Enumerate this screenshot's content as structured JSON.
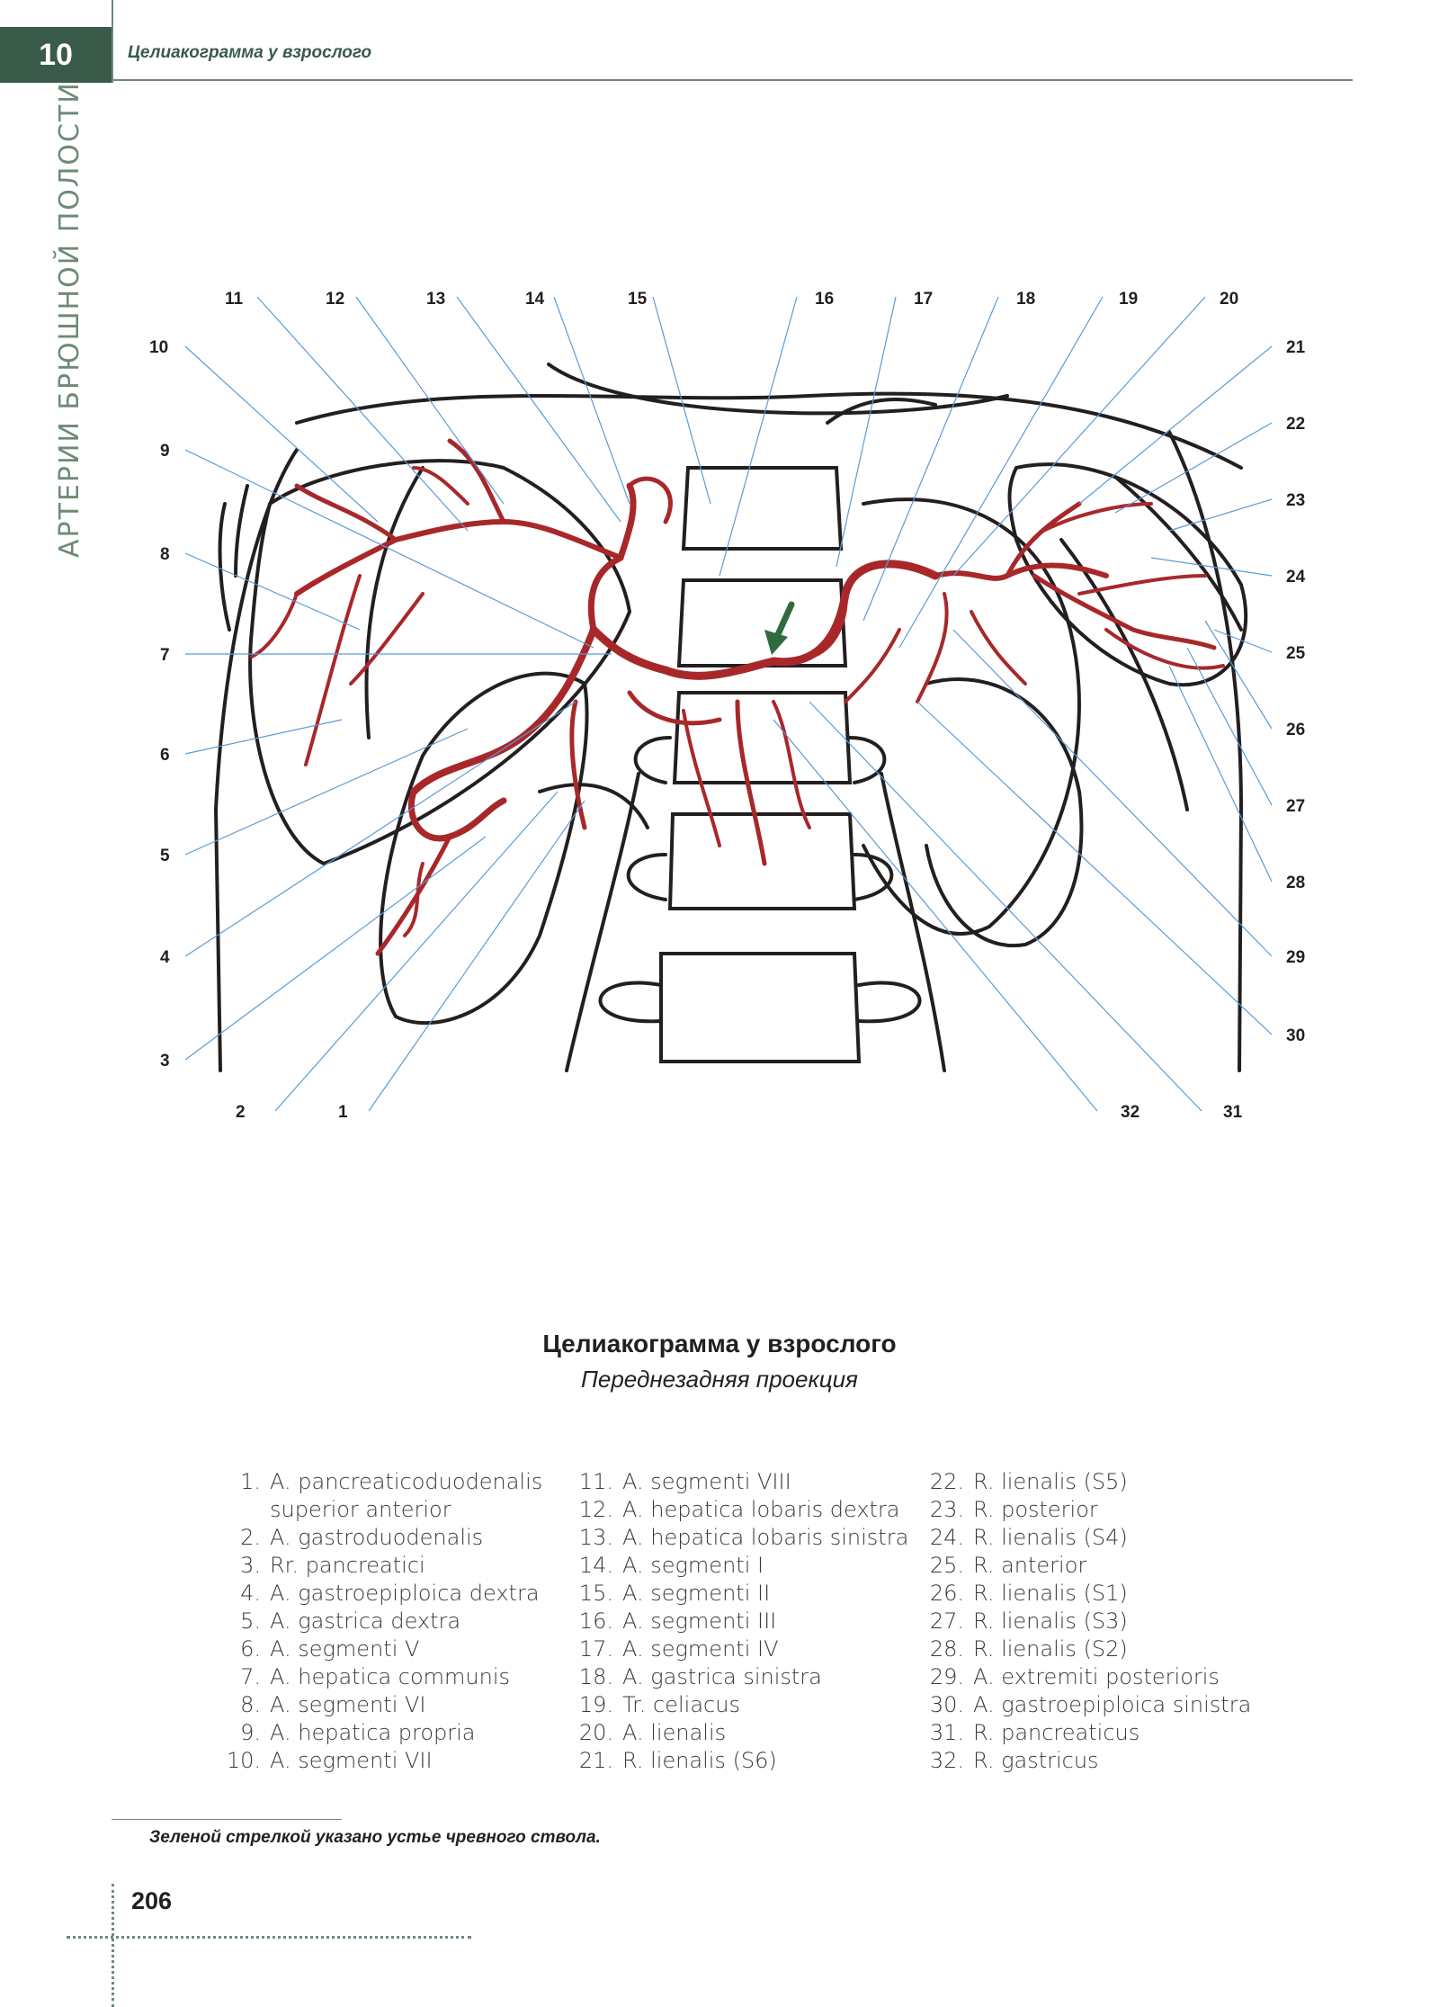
{
  "header": {
    "chapter_number": "10",
    "running_title": "Целиакограмма у взрослого",
    "side_title": "АРТЕРИИ БРЮШНОЙ ПОЛОСТИ"
  },
  "figure": {
    "labels_top": [
      "11",
      "12",
      "13",
      "14",
      "15",
      "16",
      "17",
      "18",
      "19",
      "20"
    ],
    "labels_left": [
      "10",
      "9",
      "8",
      "7",
      "6",
      "5",
      "4",
      "3"
    ],
    "labels_right": [
      "21",
      "22",
      "23",
      "24",
      "25",
      "26",
      "27",
      "28",
      "29",
      "30"
    ],
    "labels_bottom": [
      "2",
      "1",
      "32",
      "31"
    ],
    "colors": {
      "artery": "#a8282a",
      "arrow": "#2e6b3e",
      "leader": "#5b9bd5",
      "outline": "#231f20"
    }
  },
  "caption": {
    "title": "Целиакограмма у взрослого",
    "subtitle": "Переднезадняя проекция"
  },
  "legend": {
    "col1": [
      {
        "n": "1.",
        "t": "A. pancreaticoduodenalis"
      },
      {
        "n": "",
        "t": "superior anterior"
      },
      {
        "n": "2.",
        "t": "A. gastroduodenalis"
      },
      {
        "n": "3.",
        "t": "Rr. pancreatici"
      },
      {
        "n": "4.",
        "t": "A. gastroepiploica dextra"
      },
      {
        "n": "5.",
        "t": "A. gastrica dextra"
      },
      {
        "n": "6.",
        "t": "A. segmenti V"
      },
      {
        "n": "7.",
        "t": "A. hepatica communis"
      },
      {
        "n": "8.",
        "t": "A. segmenti VI"
      },
      {
        "n": "9.",
        "t": "A. hepatica propria"
      },
      {
        "n": "10.",
        "t": "A. segmenti VII"
      }
    ],
    "col2": [
      {
        "n": "11.",
        "t": "A. segmenti VIII"
      },
      {
        "n": "12.",
        "t": "A. hepatica lobaris dextra"
      },
      {
        "n": "13.",
        "t": "A. hepatica lobaris sinistra"
      },
      {
        "n": "14.",
        "t": "A. segmenti I"
      },
      {
        "n": "15.",
        "t": "A. segmenti II"
      },
      {
        "n": "16.",
        "t": "A. segmenti III"
      },
      {
        "n": "17.",
        "t": "A. segmenti IV"
      },
      {
        "n": "18.",
        "t": "A. gastrica sinistra"
      },
      {
        "n": "19.",
        "t": "Tr. celiacus"
      },
      {
        "n": "20.",
        "t": "A. lienalis"
      },
      {
        "n": "21.",
        "t": "R. lienalis (S6)"
      }
    ],
    "col3": [
      {
        "n": "22.",
        "t": "R. lienalis (S5)"
      },
      {
        "n": "23.",
        "t": "R. posterior"
      },
      {
        "n": "24.",
        "t": "R. lienalis (S4)"
      },
      {
        "n": "25.",
        "t": "R. anterior"
      },
      {
        "n": "26.",
        "t": "R. lienalis (S1)"
      },
      {
        "n": "27.",
        "t": "R. lienalis (S3)"
      },
      {
        "n": "28.",
        "t": "R. lienalis (S2)"
      },
      {
        "n": "29.",
        "t": "A. extremiti posterioris"
      },
      {
        "n": "30.",
        "t": "A. gastroepiploica sinistra"
      },
      {
        "n": "31.",
        "t": "R. pancreaticus"
      },
      {
        "n": "32.",
        "t": "R. gastricus"
      }
    ]
  },
  "footnote": "Зеленой стрелкой указано устье чревного ствола.",
  "page_number": "206"
}
